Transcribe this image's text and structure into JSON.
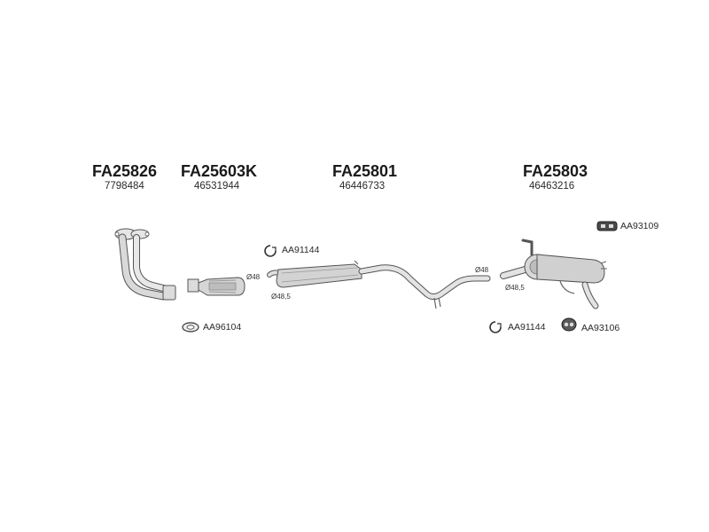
{
  "parts": [
    {
      "code": "FA25826",
      "oem": "7798484"
    },
    {
      "code": "FA25603K",
      "oem": "46531944"
    },
    {
      "code": "FA25801",
      "oem": "46446733"
    },
    {
      "code": "FA25803",
      "oem": "46463216"
    }
  ],
  "accessories": {
    "hanger_top_right": "AA93109",
    "clamp_middle": "AA91144",
    "gasket_left": "AA96104",
    "clamp_right": "AA91144",
    "hanger_bottom_right": "AA93106"
  },
  "dimensions": {
    "cat_outlet": "Ø48",
    "mid_inlet": "Ø48,5",
    "mid_outlet": "Ø48",
    "rear_inlet": "Ø48,5"
  }
}
